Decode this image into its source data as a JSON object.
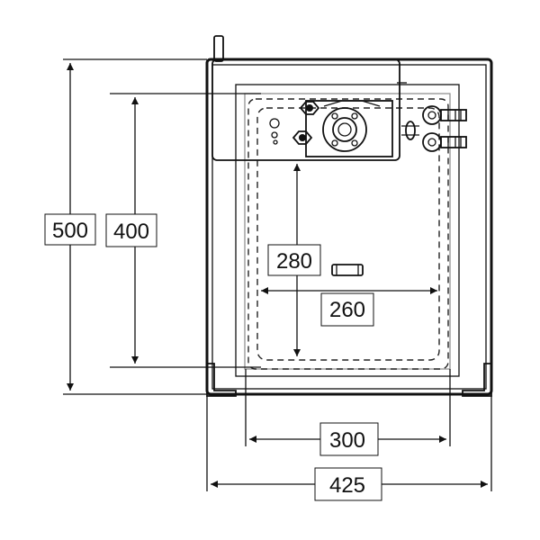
{
  "dimensions": {
    "overall_height": "500",
    "inner_height": "400",
    "chamber_height": "280",
    "chamber_width": "260",
    "inner_width": "300",
    "overall_width": "425"
  }
}
